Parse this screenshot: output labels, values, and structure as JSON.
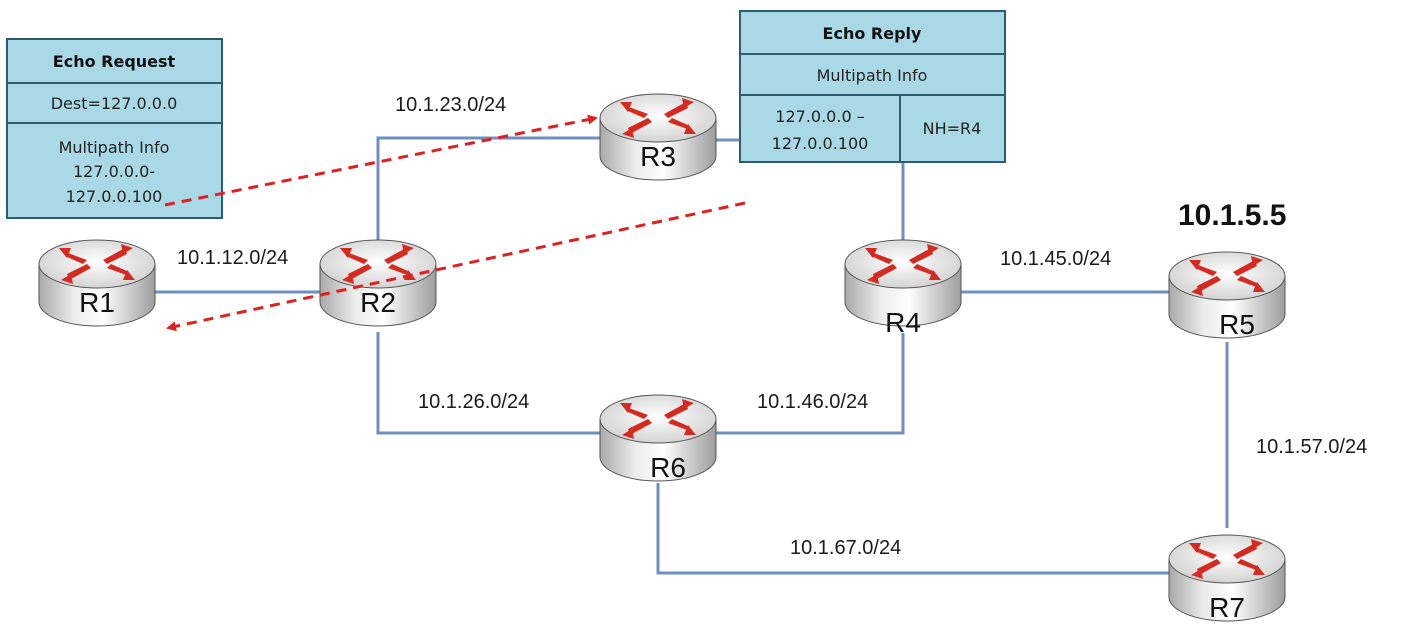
{
  "colors": {
    "link": "#6e8fc0",
    "box_fill": "#a9d9e6",
    "box_border": "#2b5d6e",
    "arrow": "#e02020",
    "router_arrow": "#d42a20"
  },
  "routers": {
    "r1": "R1",
    "r2": "R2",
    "r3": "R3",
    "r4": "R4",
    "r5": "R5",
    "r6": "R6",
    "r7": "R7"
  },
  "networks": {
    "n12": "10.1.12.0/24",
    "n23": "10.1.23.0/24",
    "n26": "10.1.26.0/24",
    "n45": "10.1.45.0/24",
    "n46": "10.1.46.0/24",
    "n57": "10.1.57.0/24",
    "n67": "10.1.67.0/24"
  },
  "target_ip": "10.1.5.5",
  "echo_request": {
    "title": "Echo Request",
    "dest": "Dest=127.0.0.0",
    "multipath_label": "Multipath Info",
    "range_start": "127.0.0.0-",
    "range_end": "127.0.0.100"
  },
  "echo_reply": {
    "title": "Echo Reply",
    "multipath_label": "Multipath Info",
    "range_start": "127.0.0.0 –",
    "range_end": "127.0.0.100",
    "next_hop": "NH=R4"
  }
}
